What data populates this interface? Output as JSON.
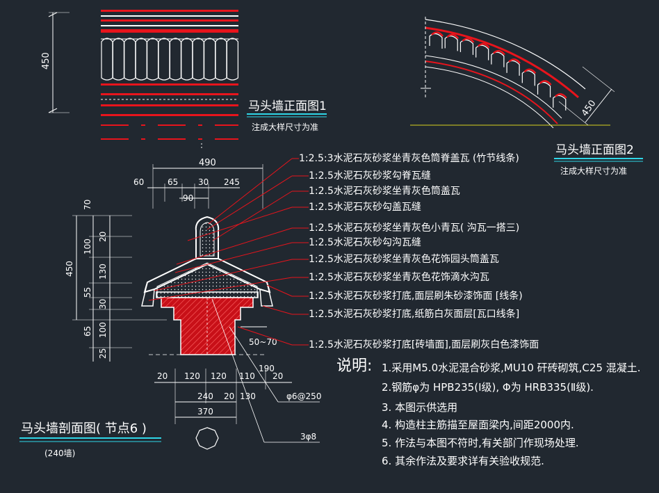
{
  "view1": {
    "title": "马头墙正面图1",
    "note": "注成大样尺寸为准",
    "dim": "450"
  },
  "view2": {
    "title": "马头墙正面图2",
    "note": "注成大样尺寸为准",
    "dim": "450"
  },
  "section": {
    "title": "马头墙剖面图( 节点6 )",
    "subtitle": "(240墙)",
    "top_dims": {
      "overall": "490",
      "a": "60",
      "b": "65",
      "c": "30",
      "d": "245",
      "e": "90"
    },
    "left_dims": {
      "total": "450",
      "h70": "70",
      "h100": "100",
      "h20": "20",
      "h130": "130",
      "h55": "55",
      "h30": "30",
      "h65": "65",
      "h100b": "100",
      "h25": "25"
    },
    "right_dim": "50~70",
    "bottom_dims": {
      "d20a": "20",
      "d120a": "120",
      "d120b": "120",
      "d110": "110",
      "d190": "190",
      "d20b": "20",
      "d240": "240",
      "d20c": "20",
      "d130": "130",
      "d370": "370"
    },
    "rebar_a": "φ6@250",
    "rebar_b": "3φ8"
  },
  "callouts": [
    "1:2.5:3水泥石灰砂浆坐青灰色筒脊盖瓦 (竹节线条)",
    "1:2.5水泥石灰砂浆勾脊瓦缝",
    "1:2.5水泥石灰砂浆坐青灰色筒盖瓦",
    "1:2.5水泥石灰砂勾盖瓦缝",
    "1:2.5水泥石灰砂浆坐青灰色小青瓦( 沟瓦一搭三)",
    "1:2.5水泥石灰砂勾沟瓦缝",
    "1:2.5水泥石灰砂浆坐青灰色花饰园头筒盖瓦",
    "1:2.5水泥石灰砂浆坐青灰色花饰滴水沟瓦",
    "1:2.5水泥石灰砂浆打底,面层刷朱砂漆饰面 [线条)",
    "1:2.5水泥石灰砂浆打底,纸筋白灰面层[瓦口线条]",
    "1:2.5水泥石灰砂浆打底[砖墙面],面层刷灰白色漆饰面"
  ],
  "notes": {
    "label": "说明:",
    "items": [
      "1.采用M5.0水泥混合砂浆,MU10 矸砖砌筑,C25 混凝土.",
      "2.钢筋φ为 HPB235(Ⅰ级), Φ为 HRB335(Ⅱ级).",
      "3. 本图示供选用",
      "4. 构造柱主筋描至屋面梁内,间距2000内.",
      "5. 作法与本图不符时,有关部门作现场处理.",
      "6. 其余作法及要求详有关验收规范."
    ]
  },
  "colors": {
    "background": "#212830",
    "red": "#e8141c",
    "white": "#ffffff",
    "cyan": "#2fd7e8",
    "yellow": "#d9d21e",
    "green": "#35c435"
  }
}
